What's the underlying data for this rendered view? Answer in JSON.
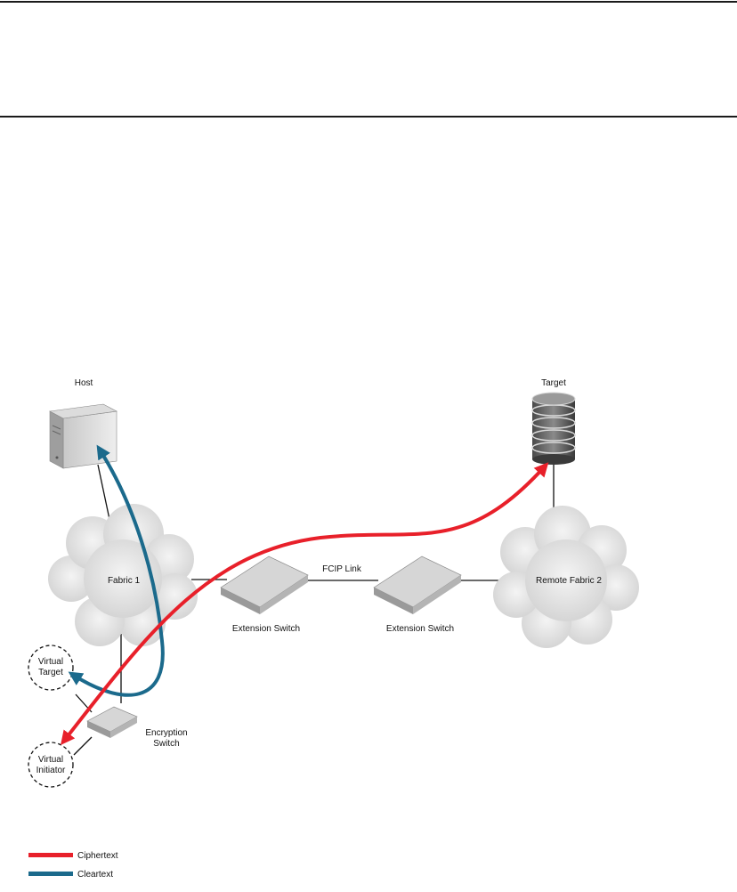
{
  "labels": {
    "host": "Host",
    "target": "Target",
    "fabric1": "Fabric 1",
    "remote_fabric": "Remote Fabric 2",
    "fcip_link": "FCIP Link",
    "ext_switch_left": "Extension Switch",
    "ext_switch_right": "Extension Switch",
    "virtual_target_l1": "Virtual",
    "virtual_target_l2": "Target",
    "virtual_initiator_l1": "Virtual",
    "virtual_initiator_l2": "Initiator",
    "encryption_l1": "Encryption",
    "encryption_l2": "Switch"
  },
  "legend": {
    "items": [
      {
        "label": "Ciphertext",
        "color": "#e8202a"
      },
      {
        "label": "Cleartext",
        "color": "#1b6a8c"
      }
    ]
  },
  "colors": {
    "cipher": "#e8202a",
    "clear": "#1b6a8c",
    "cloud": "#e6e6e6",
    "switch": "#cfcfcf"
  }
}
